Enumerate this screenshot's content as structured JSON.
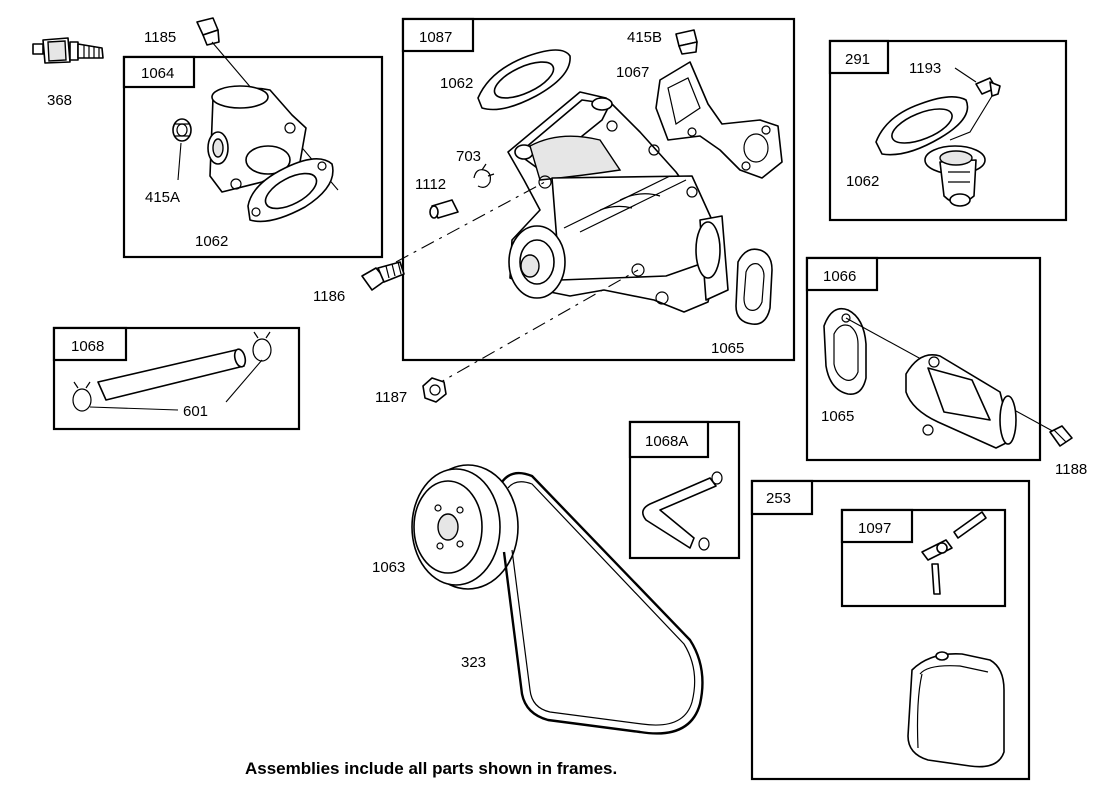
{
  "frames": [
    {
      "id": "f1064",
      "label": "1064"
    },
    {
      "id": "f1087",
      "label": "1087"
    },
    {
      "id": "f291",
      "label": "291"
    },
    {
      "id": "f1066",
      "label": "1066"
    },
    {
      "id": "f1068",
      "label": "1068"
    },
    {
      "id": "f1068a",
      "label": "1068A"
    },
    {
      "id": "f253",
      "label": "253"
    },
    {
      "id": "f1097",
      "label": "1097"
    }
  ],
  "callouts": {
    "p368": "368",
    "p1185": "1185",
    "p415a": "415A",
    "p1062_left": "1062",
    "p1062_top": "1062",
    "p415b": "415B",
    "p1067": "1067",
    "p703": "703",
    "p1112": "1112",
    "p1186": "1186",
    "p1065_mid": "1065",
    "p1187": "1187",
    "p1193": "1193",
    "p1062_right": "1062",
    "p1065_right": "1065",
    "p1188": "1188",
    "p601": "601",
    "p1063": "1063",
    "p323": "323"
  },
  "caption": "Assemblies include all parts shown in frames.",
  "icons": [
    "temperature-sender-icon",
    "screw-icon",
    "pipe-plug-icon",
    "water-outlet-icon",
    "gasket-icon",
    "water-pump-icon",
    "dowel-pin-icon",
    "hose-clamp-icon",
    "bolt-icon",
    "nut-icon",
    "thermostat-icon",
    "hose-icon",
    "pulley-icon",
    "belt-icon",
    "tee-fitting-icon",
    "coolant-tank-icon"
  ]
}
